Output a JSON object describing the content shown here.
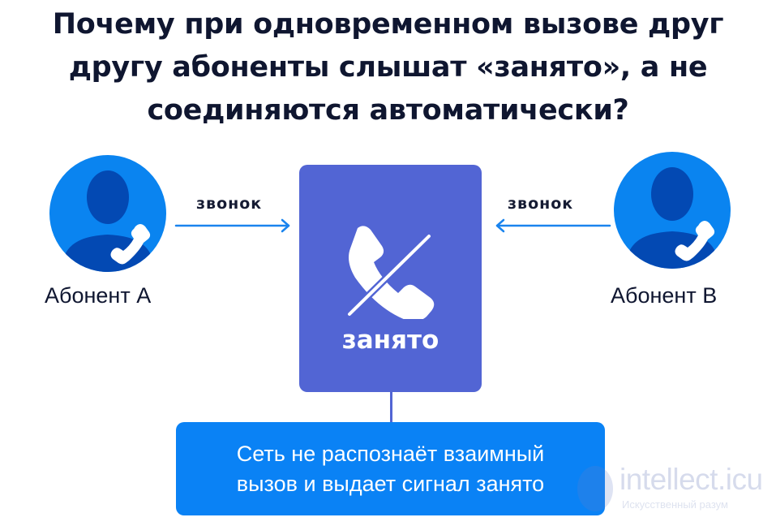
{
  "title": {
    "lines": [
      "Почему при одновременном вызове друг",
      "другу абоненты слышат «занято», а не",
      "соединяются автоматически?"
    ]
  },
  "subscribers": [
    {
      "label": "Абонент А",
      "icon": "user-with-phone-icon"
    },
    {
      "label": "Абонент В",
      "icon": "user-with-phone-icon"
    }
  ],
  "arrows": [
    {
      "label": "звонок",
      "direction": "right"
    },
    {
      "label": "звонок",
      "direction": "left"
    }
  ],
  "busy_box": {
    "icon": "phone-off-icon",
    "label": "занято"
  },
  "info_box": {
    "lines": [
      "Сеть не распознаёт взаимный",
      "вызов и выдает сигнал занято"
    ]
  },
  "watermark": {
    "text": "intellect.icu",
    "subtext": "Искусственный разум"
  },
  "colors": {
    "title": "#0f1630",
    "avatar_bg": "#0a84f0",
    "avatar_silhouette": "#0349b3",
    "arrow": "#1a84ee",
    "busy_box": "#5265d4",
    "info_box": "#0a82f5",
    "text_white": "#ffffff"
  }
}
